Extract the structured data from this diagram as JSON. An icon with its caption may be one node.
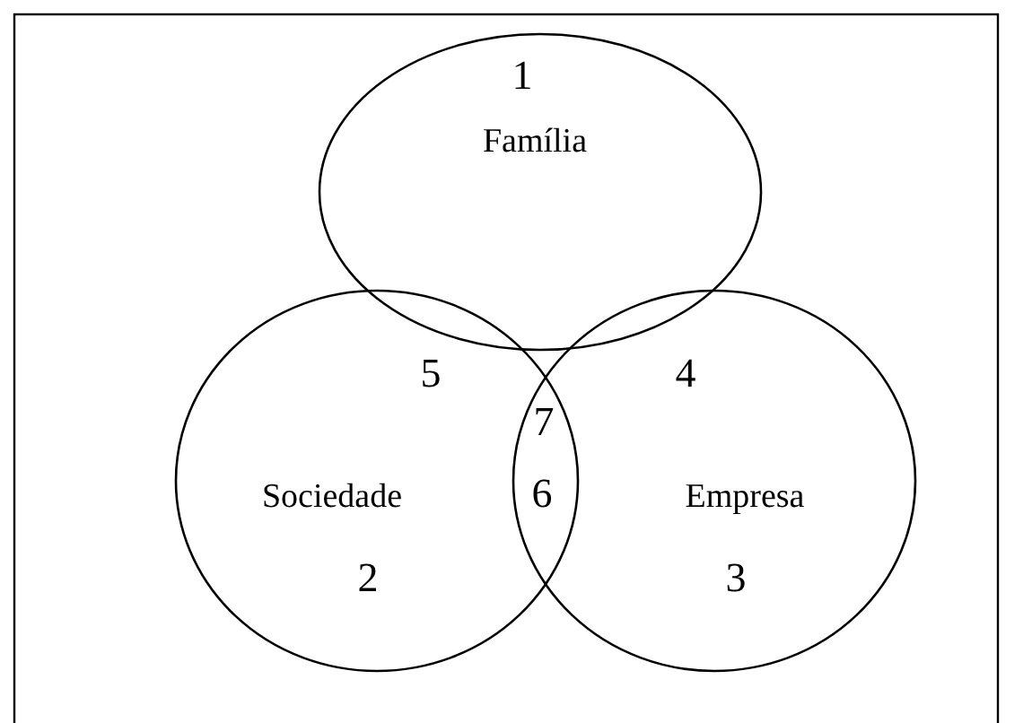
{
  "diagram": {
    "nodes": [
      {
        "text": [
          "1",
          "Família"
        ]
      },
      {
        "text": [
          "Sociedade",
          "2"
        ]
      },
      {
        "text": [
          "Empresa",
          "3"
        ]
      }
    ],
    "labels": [
      "5",
      "4",
      "7",
      "6"
    ]
  }
}
